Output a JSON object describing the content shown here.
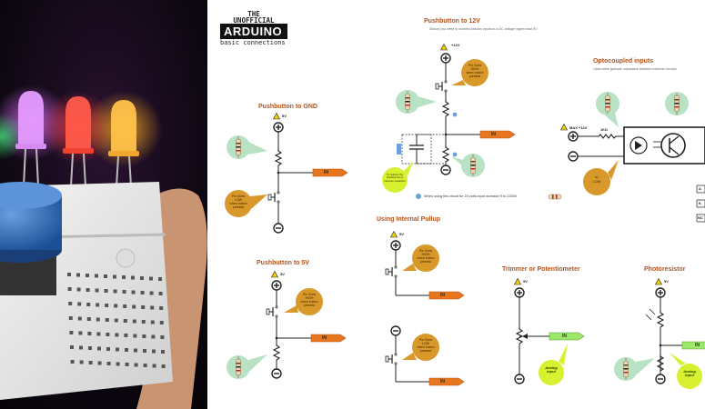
{
  "logo": {
    "line1": "THE",
    "line2": "UNOFFICIAL",
    "brand": "ARDUINO",
    "tagline": "basic connections"
  },
  "sections": {
    "gnd": {
      "title": "Pushbutton to GND",
      "supply": "5V",
      "pin_text": "Pin Goes\nLOW\nwhen button\npressed",
      "out": "IN"
    },
    "v5": {
      "title": "Pushbutton to 5V",
      "supply": "5V",
      "pin_text": "Pin Goes\nHIGH\nwhen button\npressed",
      "out": "IN"
    },
    "v12": {
      "title": "Pushbutton to 12V",
      "subtitle": "Should you need to connect Arduino inputs to a DC voltage higher than 5V",
      "supply": "+12V",
      "pin_text": "Pin Goes\nHIGH\nwhen button\npressed",
      "out": "IN",
      "cap_note": "To reduce the\ninterference a\nceramic capacitor",
      "footnote": "When using this circuit for 24 volts input increase R to 22000"
    },
    "pullup": {
      "title": "Using Internal Pullup",
      "supply": "5V",
      "pin_high": "Pin Goes\nHIGH\nwhen button\npressed",
      "pin_low": "Pin Goes\nLOW\nwhen button\npressed",
      "out": "IN"
    },
    "trimmer": {
      "title": "Trimmer or Potentiometer",
      "supply": "5V",
      "out": "IN",
      "analog": "Analog\nInput"
    },
    "photo": {
      "title": "Photoresistor",
      "supply": "5V",
      "out": "IN",
      "analog": "Analog\nInput"
    },
    "opto": {
      "title": "Optocoupled inputs",
      "subtitle": "Used when galvanic separation between external circuitry",
      "max": "MAX +12V",
      "resistor": "1KΩ",
      "pin_text": "Vₒ\nLOW"
    }
  },
  "table_peek": [
    "A",
    "K",
    "NC"
  ]
}
